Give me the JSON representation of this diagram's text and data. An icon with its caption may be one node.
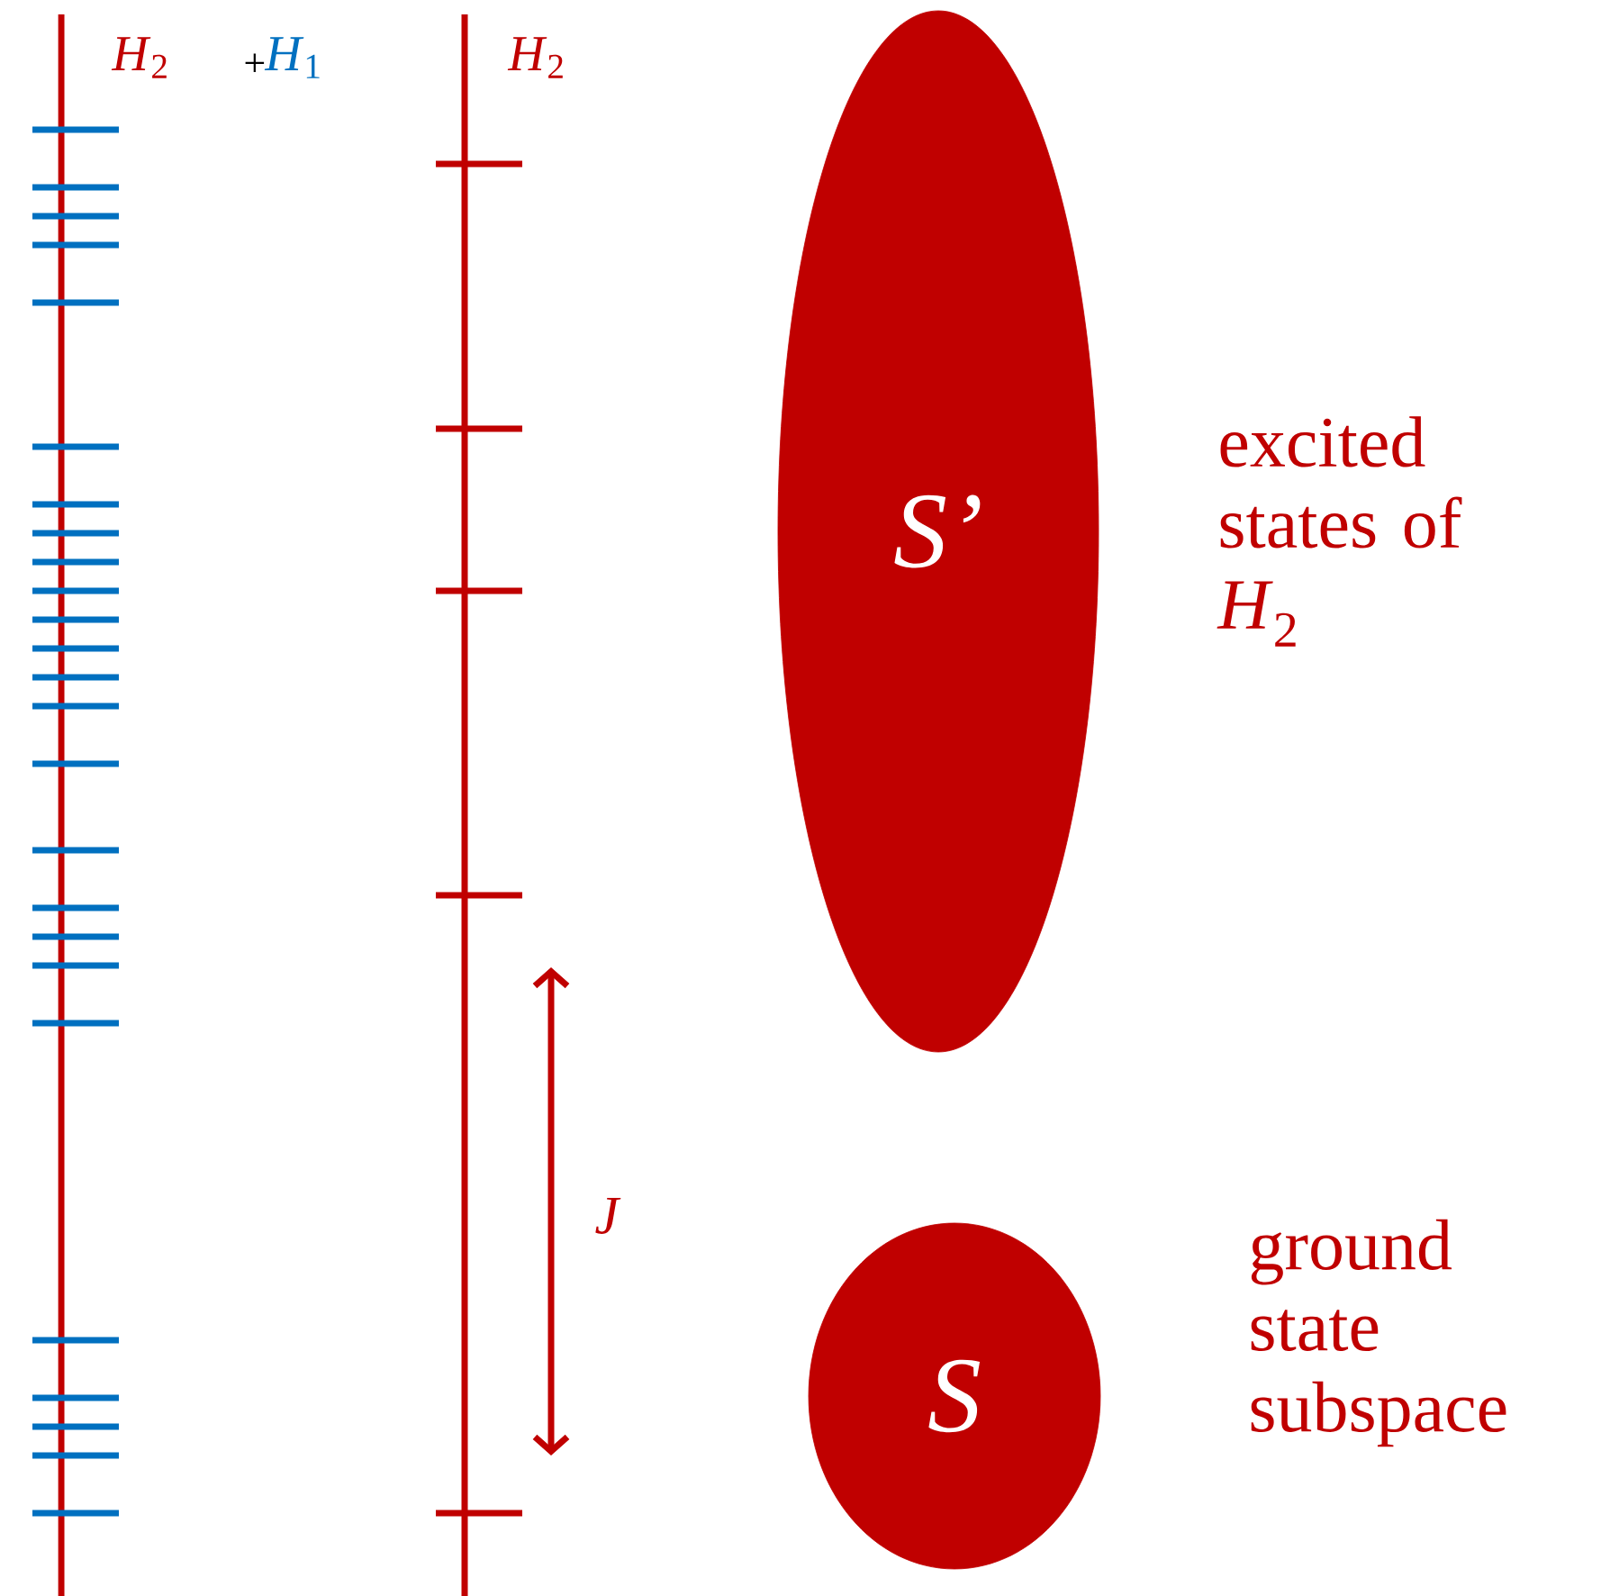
{
  "diagram": {
    "nodes": [
      {
        "text": [
          "S’"
        ],
        "beside": [
          "excited states of *H*$_{2}$"
        ]
      },
      {
        "text": [
          "S"
        ],
        "beside": [
          "ground state subspace"
        ]
      }
    ],
    "labels": [
      "*H*$_{2}$",
      "+",
      "*H*$_{1}$",
      "*H*$_{2}$",
      "J"
    ]
  }
}
